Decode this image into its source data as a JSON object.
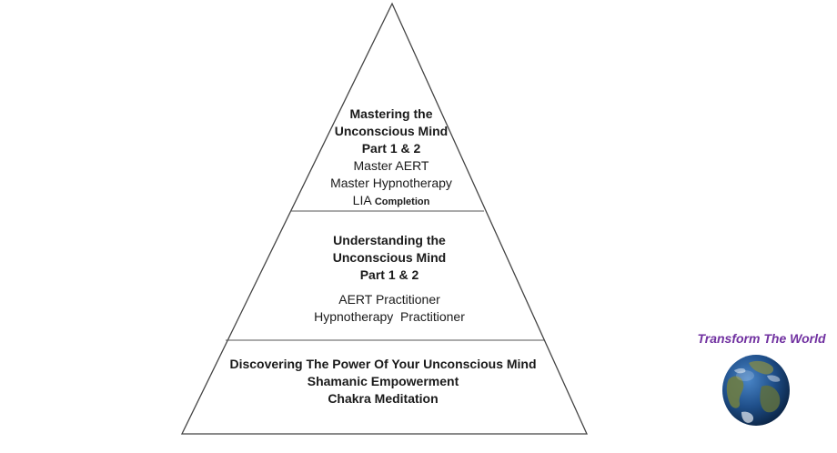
{
  "diagram": {
    "tiers": [
      {
        "title_lines": [
          "Mastering the",
          "Unconscious Mind",
          "Part 1 & 2"
        ],
        "items": [
          "Master AERT",
          "Master Hypnotherapy"
        ],
        "last_item_prefix": "LIA",
        "last_item_suffix": "Completion"
      },
      {
        "title_lines": [
          "Understanding the",
          "Unconscious Mind",
          "Part 1 & 2"
        ],
        "items": [
          "AERT Practitioner",
          "Hypnotherapy  Practitioner"
        ]
      },
      {
        "lines": [
          "Discovering The Power Of Your Unconscious Mind",
          "Shamanic Empowerment",
          "Chakra Meditation"
        ]
      }
    ]
  },
  "brand": {
    "text": "Transform The World",
    "color": "#7030a0",
    "icon": "earth-globe-icon"
  },
  "colors": {
    "outline": "#444444",
    "text": "#1a1a1a",
    "ocean": "#1f4f8a"
  }
}
